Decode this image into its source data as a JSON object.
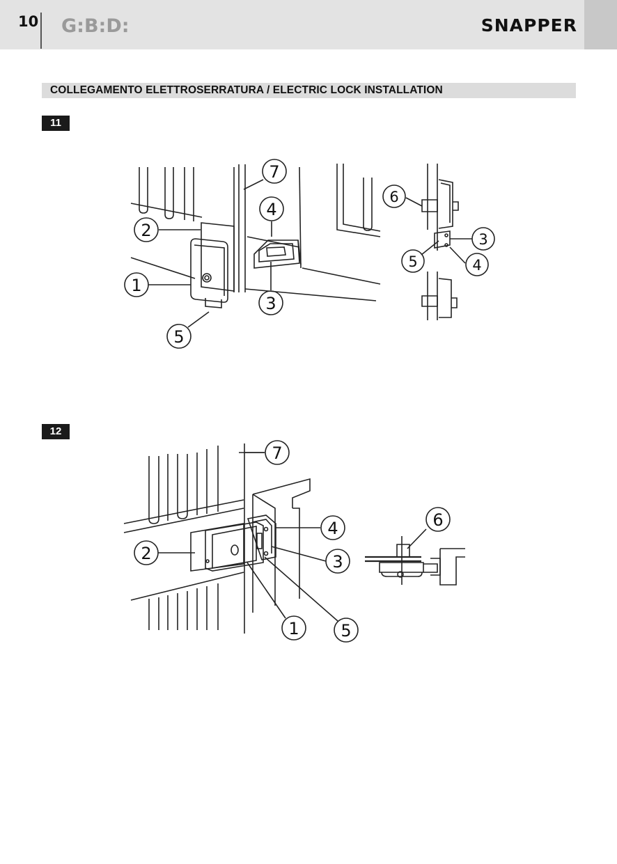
{
  "header": {
    "page_number": "10",
    "brand": "G:B:D:",
    "product": "SNAPPER"
  },
  "section": {
    "title": "COLLEGAMENTO ELETTROSERRATURA  / ELECTRIC LOCK INSTALLATION"
  },
  "figures": [
    {
      "label": "11",
      "callouts": [
        "7",
        "4",
        "2",
        "1",
        "3",
        "5",
        "6",
        "3",
        "5",
        "4"
      ]
    },
    {
      "label": "12",
      "callouts": [
        "7",
        "4",
        "2",
        "3",
        "1",
        "5",
        "6"
      ]
    }
  ]
}
